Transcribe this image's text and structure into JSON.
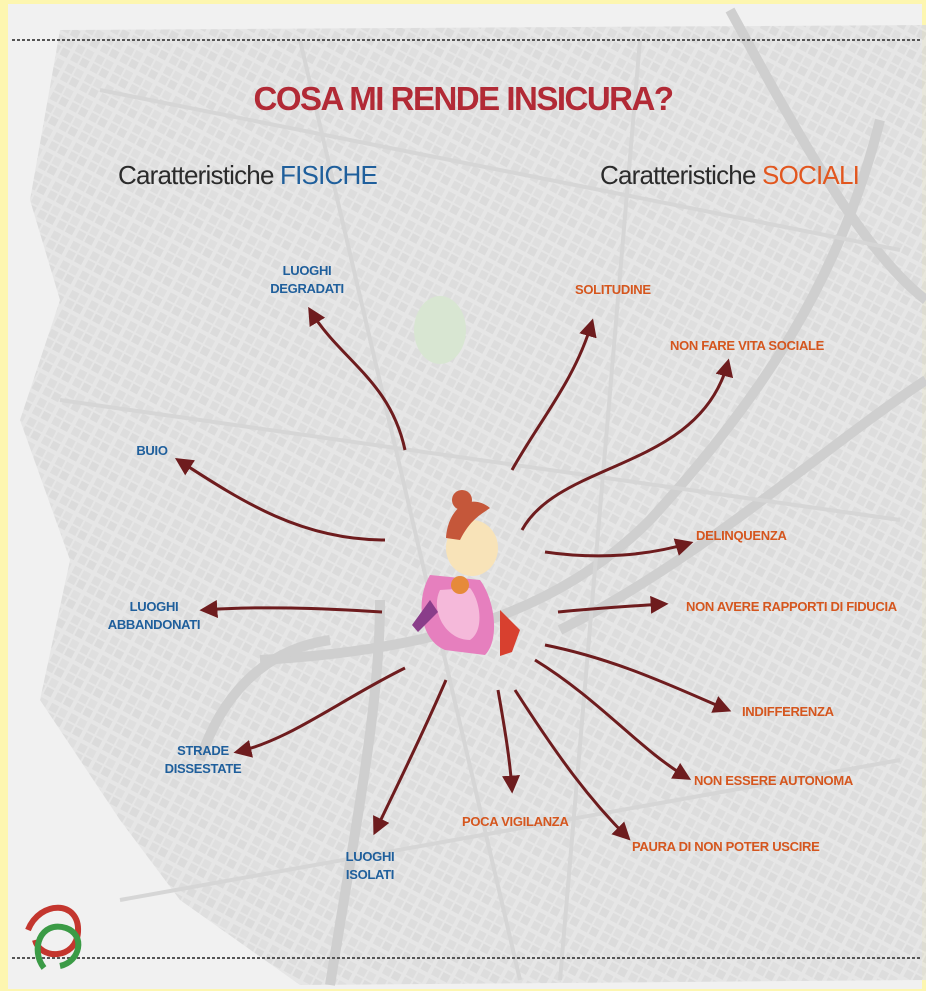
{
  "title": "COSA MI RENDE INSICURA?",
  "physical": {
    "heading_prefix": "Caratteristiche ",
    "heading_highlight": "FISICHE",
    "highlight_color": "#1f5f9c",
    "items": [
      {
        "line1": "LUOGHI",
        "line2": "DEGRADATI"
      },
      {
        "line1": "BUIO",
        "line2": ""
      },
      {
        "line1": "LUOGHI",
        "line2": "ABBANDONATI"
      },
      {
        "line1": "STRADE",
        "line2": "DISSESTATE"
      },
      {
        "line1": "LUOGHI",
        "line2": "ISOLATI"
      }
    ]
  },
  "social": {
    "heading_prefix": "Caratteristiche ",
    "heading_highlight": "SOCIALI",
    "highlight_color": "#e2571f",
    "items": [
      "SOLITUDINE",
      "NON FARE VITA SOCIALE",
      "DELINQUENZA",
      "NON AVERE RAPPORTI DI FIDUCIA",
      "INDIFFERENZA",
      "NON ESSERE AUTONOMA",
      "PAURA DI NON POTER USCIRE",
      "POCA VIGILANZA"
    ]
  },
  "colors": {
    "frame": "#fdf6b0",
    "map": "#e9e9e9",
    "arrow": "#6e1c1e",
    "title": "#b22a36"
  },
  "icons": [
    "girl-illustration",
    "logo-knot-icon"
  ]
}
